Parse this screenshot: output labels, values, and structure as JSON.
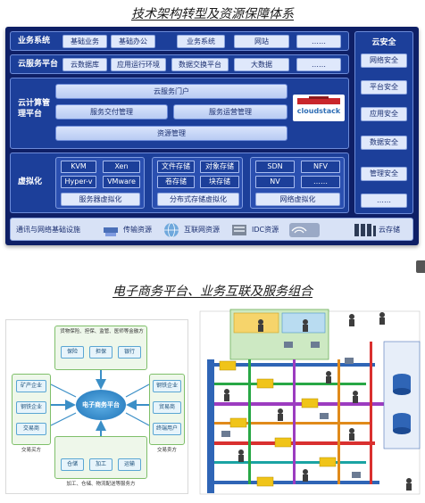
{
  "titles": {
    "top": "技术架构转型及资源保障体系",
    "bottom": "电子商务平台、业务互联及服务组合"
  },
  "architecture": {
    "rows": [
      {
        "label": "业务系统",
        "items": [
          "基础业务",
          "基础办公",
          "业务系统",
          "网站",
          "……"
        ]
      },
      {
        "label": "云服务平台",
        "items": [
          "云数据库",
          "应用运行环境",
          "数据交换平台",
          "大数据",
          "……"
        ]
      }
    ],
    "cloud_platform": {
      "label": "云计算管理平台",
      "portal": "云服务门户",
      "delivery": "服务交付管理",
      "operations": "服务运营管理",
      "resources": "资源管理",
      "logo_text": "cloudstack"
    },
    "virtualization": {
      "label": "虚拟化",
      "compute": {
        "items": [
          "KVM",
          "Xen",
          "Hyper-v",
          "VMware"
        ],
        "footer": "服务器虚拟化"
      },
      "storage": {
        "items": [
          "文件存储",
          "对象存储",
          "卷存储",
          "块存储"
        ],
        "footer": "分布式存储虚拟化"
      },
      "network": {
        "items": [
          "SDN",
          "NFV",
          "NV",
          "……"
        ],
        "footer": "网络虚拟化"
      }
    },
    "security": {
      "title": "云安全",
      "items": [
        "网络安全",
        "平台安全",
        "应用安全",
        "数据安全",
        "管理安全",
        "……"
      ]
    },
    "network_row": {
      "label": "通讯与网络基础设施",
      "items": [
        "传输资源",
        "互联网资源",
        "IDC资源",
        "云存储"
      ]
    },
    "colors": {
      "panel": "#0e1f66",
      "row": "#1c3f9a",
      "chip": "#dfe8fb"
    }
  },
  "ecommerce": {
    "center": "电子商务平台",
    "top_group_title": "货物保险、担保、监管、医师等金融方",
    "top_items": [
      "保险",
      "担保",
      "银行"
    ],
    "left_items": [
      "矿产企业",
      "钢铁企业",
      "交易商"
    ],
    "left_caption": "交易买方",
    "right_items": [
      "钢铁企业",
      "贸易商",
      "终端用户"
    ],
    "right_caption": "交易卖方",
    "bottom_items": [
      "仓储",
      "加工",
      "运输"
    ],
    "bottom_caption": "加工、仓储、物流配送等服务方"
  }
}
